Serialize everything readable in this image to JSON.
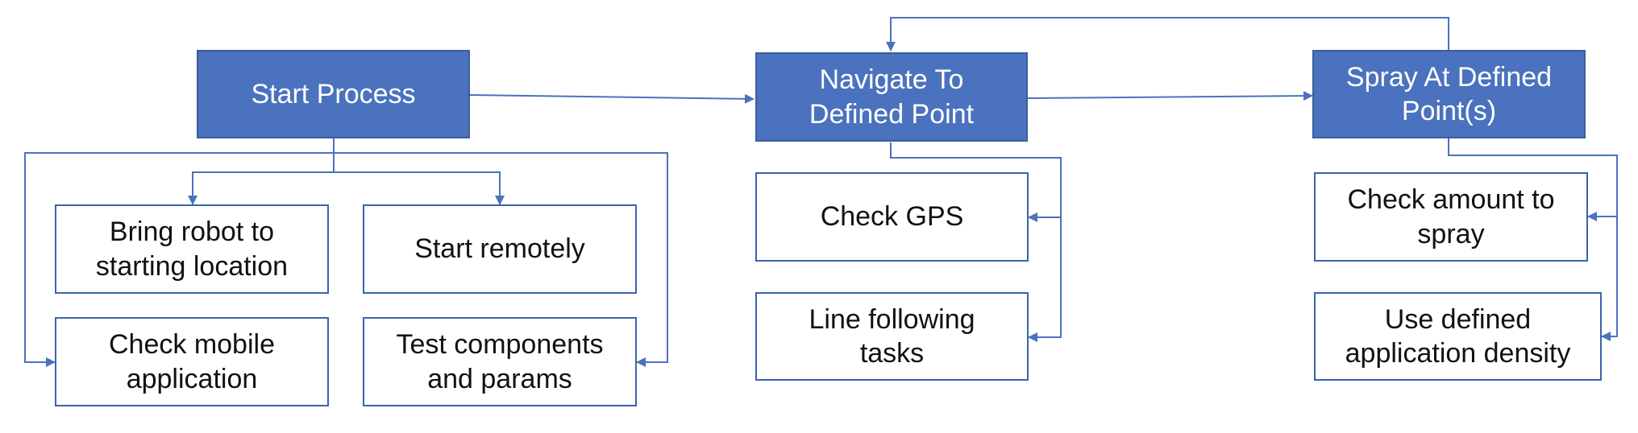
{
  "nodes": {
    "start_process": "Start Process",
    "bring_robot": "Bring robot to\nstarting location",
    "start_remotely": "Start remotely",
    "check_mobile": "Check mobile\napplication",
    "test_components": "Test components\nand params",
    "navigate": "Navigate To\nDefined Point",
    "check_gps": "Check GPS",
    "line_following": "Line following\ntasks",
    "spray": "Spray At Defined\nPoint(s)",
    "check_amount": "Check amount to\nspray",
    "use_density": "Use defined\napplication density"
  },
  "colors": {
    "main_fill": "#4a72be",
    "main_text": "#ffffff",
    "sub_border": "#3a63ad",
    "connector": "#4a72be"
  }
}
